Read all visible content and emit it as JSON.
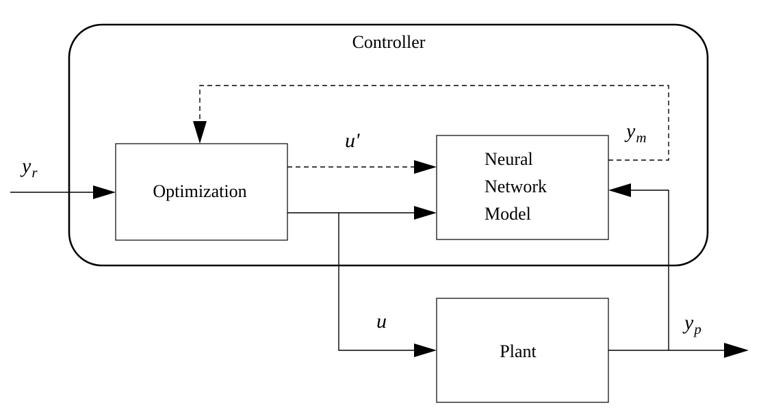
{
  "controller": {
    "label": "Controller"
  },
  "blocks": {
    "optimization": "Optimization",
    "neural_model": [
      "Neural",
      "Network",
      "Model"
    ],
    "plant": "Plant"
  },
  "signals": {
    "reference": {
      "base": "y",
      "sub": "r"
    },
    "model_input": "u'",
    "model_output": {
      "base": "y",
      "sub": "m"
    },
    "control": "u",
    "plant_output": {
      "base": "y",
      "sub": "p"
    }
  }
}
